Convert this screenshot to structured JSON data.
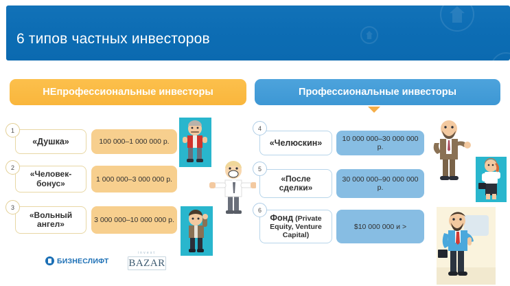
{
  "header": {
    "title": "6 типов частных инвесторов",
    "bg_color": "#0d6db4",
    "decor_icon": "house-up-arrow-circle-icon"
  },
  "categories": {
    "left": {
      "label": "НЕпрофессиональные инвесторы",
      "color": "#f9b63c"
    },
    "right": {
      "label": "Профессиональные инвесторы",
      "color": "#3d97d4"
    }
  },
  "rows": {
    "left": [
      {
        "number": "1",
        "name": "«Душка»",
        "value": "100 000–1 000 000 р."
      },
      {
        "number": "2",
        "name": "«Человек-бонус»",
        "name_line1": "«Человек-",
        "name_line2": "бонус»",
        "value": "1 000 000–3 000 000 р."
      },
      {
        "number": "3",
        "name": "«Вольный ангел»",
        "name_line1": "«Вольный",
        "name_line2": "ангел»",
        "value": "3 000 000–10 000 000 р."
      }
    ],
    "right": [
      {
        "number": "4",
        "name": "«Челюскин»",
        "value": "10 000 000–30 000 000 р."
      },
      {
        "number": "5",
        "name": "«После сделки»",
        "name_line1": "«После",
        "name_line2": "сделки»",
        "value": "30 000 000–90 000 000 р."
      },
      {
        "number": "6",
        "name": "Фонд (Private Equity, Venture Capital)",
        "name_bold": "Фонд",
        "name_rest": " (Private Equity, Venture Capital)",
        "value": "$10 000 000 и >"
      }
    ]
  },
  "logos": {
    "bizneslift": {
      "text": "БИЗНЕСЛИФТ",
      "icon": "elevator-circle-icon",
      "color": "#1b6fb5"
    },
    "investbazar": {
      "top": "invest",
      "name": "BAZAR"
    }
  },
  "illustrations": [
    {
      "name": "man-red-vest-thumbs-up",
      "tile": "#29b6cd"
    },
    {
      "name": "blond-man-arms-out-thumbs-up",
      "tile": "none"
    },
    {
      "name": "man-brown-jacket-waving",
      "tile": "#29b6cd"
    },
    {
      "name": "bald-bearded-man-suit-presenting",
      "tile": "none"
    },
    {
      "name": "redhead-businesswoman-phone-briefcase",
      "tile": "#29b6cd"
    },
    {
      "name": "bearded-man-briefcase-pointing",
      "tile": "none"
    }
  ]
}
